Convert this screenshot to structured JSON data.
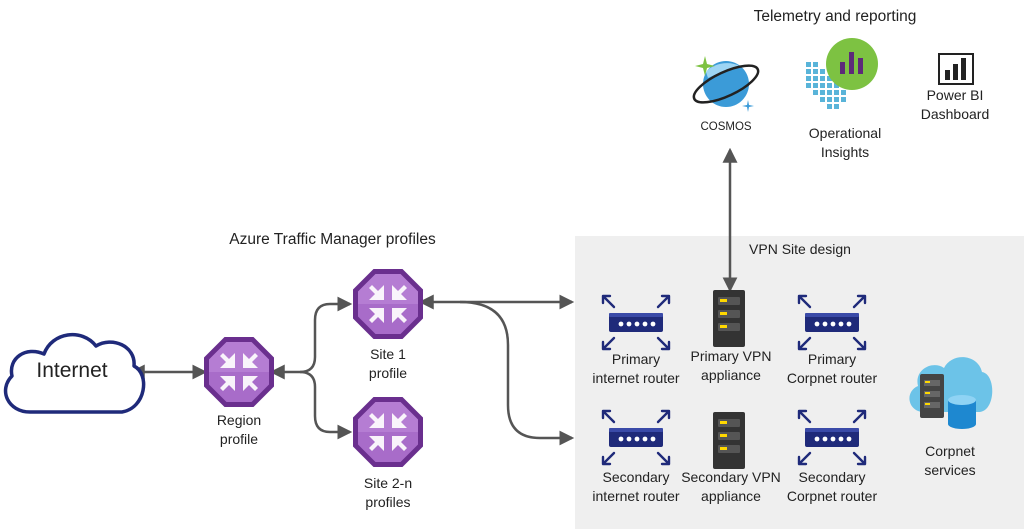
{
  "telemetry": {
    "title": "Telemetry and reporting",
    "cosmos_label": "COSMOS",
    "insights_label": [
      "Operational",
      "Insights"
    ],
    "powerbi_label": [
      "Power BI",
      "Dashboard"
    ]
  },
  "traffic_manager": {
    "title": "Azure Traffic Manager profiles",
    "internet_label": "Internet",
    "region_label": [
      "Region",
      "profile"
    ],
    "site1_label": [
      "Site 1",
      "profile"
    ],
    "site2_label": [
      "Site 2-n",
      "profiles"
    ]
  },
  "vpn_site": {
    "title": "VPN Site design",
    "primary_internet_router": [
      "Primary",
      "internet router"
    ],
    "primary_vpn": [
      "Primary VPN",
      "appliance"
    ],
    "primary_corpnet_router": [
      "Primary",
      "Corpnet router"
    ],
    "secondary_internet_router": [
      "Secondary",
      "internet router"
    ],
    "secondary_vpn": [
      "Secondary VPN",
      "appliance"
    ],
    "secondary_corpnet_router": [
      "Secondary",
      "Corpnet router"
    ],
    "corpnet_services": [
      "Corpnet",
      "services"
    ]
  },
  "colors": {
    "router": "#1f2a7a",
    "traffic_manager": "#7b3fa0",
    "cloud": "#1f2a7a",
    "arrow": "#555555",
    "panel": "#efefef",
    "insights_green": "#7dc242",
    "insights_blue": "#59b4d9",
    "cosmos_blue": "#3b9bd8",
    "server_dark": "#333333",
    "led_yellow": "#ffd800"
  },
  "icons": [
    "cloud-icon",
    "traffic-manager-icon",
    "router-icon",
    "server-icon",
    "cosmos-icon",
    "operational-insights-icon",
    "powerbi-icon",
    "corpnet-services-icon"
  ]
}
